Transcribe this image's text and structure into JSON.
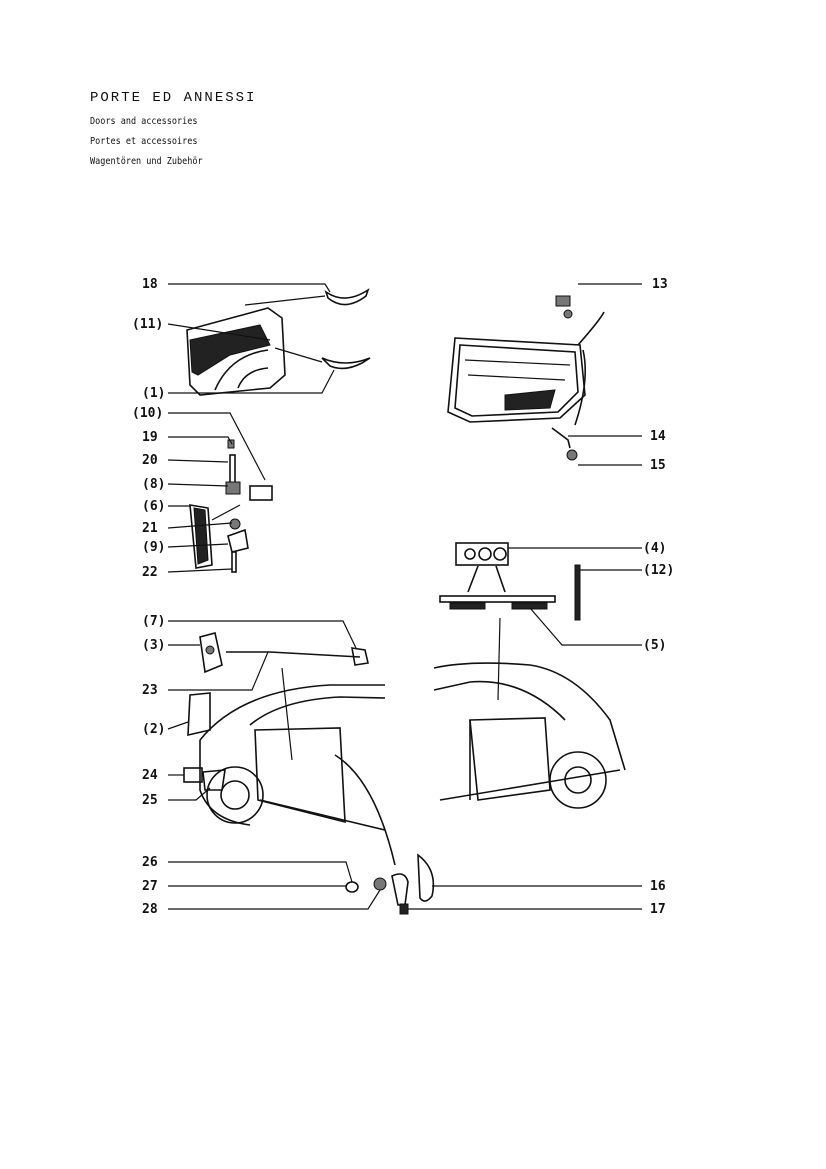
{
  "heading": {
    "title": "PORTE ED ANNESSI",
    "subtitles": [
      "Doors and accessories",
      "Portes et accessoires",
      "Wagentören und Zubehör"
    ]
  },
  "callouts": [
    {
      "label": "18"
    },
    {
      "label": "(11)"
    },
    {
      "label": "(1)"
    },
    {
      "label": "(10)"
    },
    {
      "label": "19"
    },
    {
      "label": "20"
    },
    {
      "label": "(8)"
    },
    {
      "label": "(6)"
    },
    {
      "label": "21"
    },
    {
      "label": "(9)"
    },
    {
      "label": "22"
    },
    {
      "label": "(7)"
    },
    {
      "label": "(3)"
    },
    {
      "label": "23"
    },
    {
      "label": "(2)"
    },
    {
      "label": "24"
    },
    {
      "label": "25"
    },
    {
      "label": "26"
    },
    {
      "label": "27"
    },
    {
      "label": "28"
    },
    {
      "label": "13"
    },
    {
      "label": "14"
    },
    {
      "label": "15"
    },
    {
      "label": "(4)"
    },
    {
      "label": "(12)"
    },
    {
      "label": "(5)"
    },
    {
      "label": "16"
    },
    {
      "label": "17"
    }
  ]
}
